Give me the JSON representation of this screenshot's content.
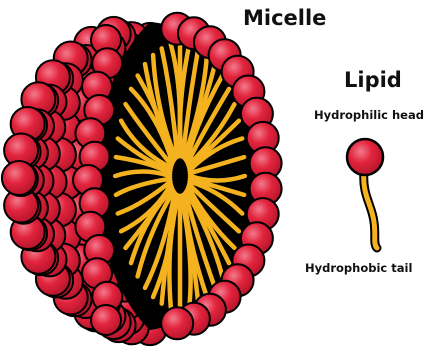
{
  "title": "Micelle",
  "legend": {
    "heading": "Lipid",
    "head_label": "Hydrophilic head",
    "tail_label": "Hydrophobic tail"
  },
  "colors": {
    "head": "#e2243d",
    "head_highlight": "#f26a7d",
    "tail": "#f4b31e",
    "outline": "#000000",
    "core": "#000000"
  }
}
